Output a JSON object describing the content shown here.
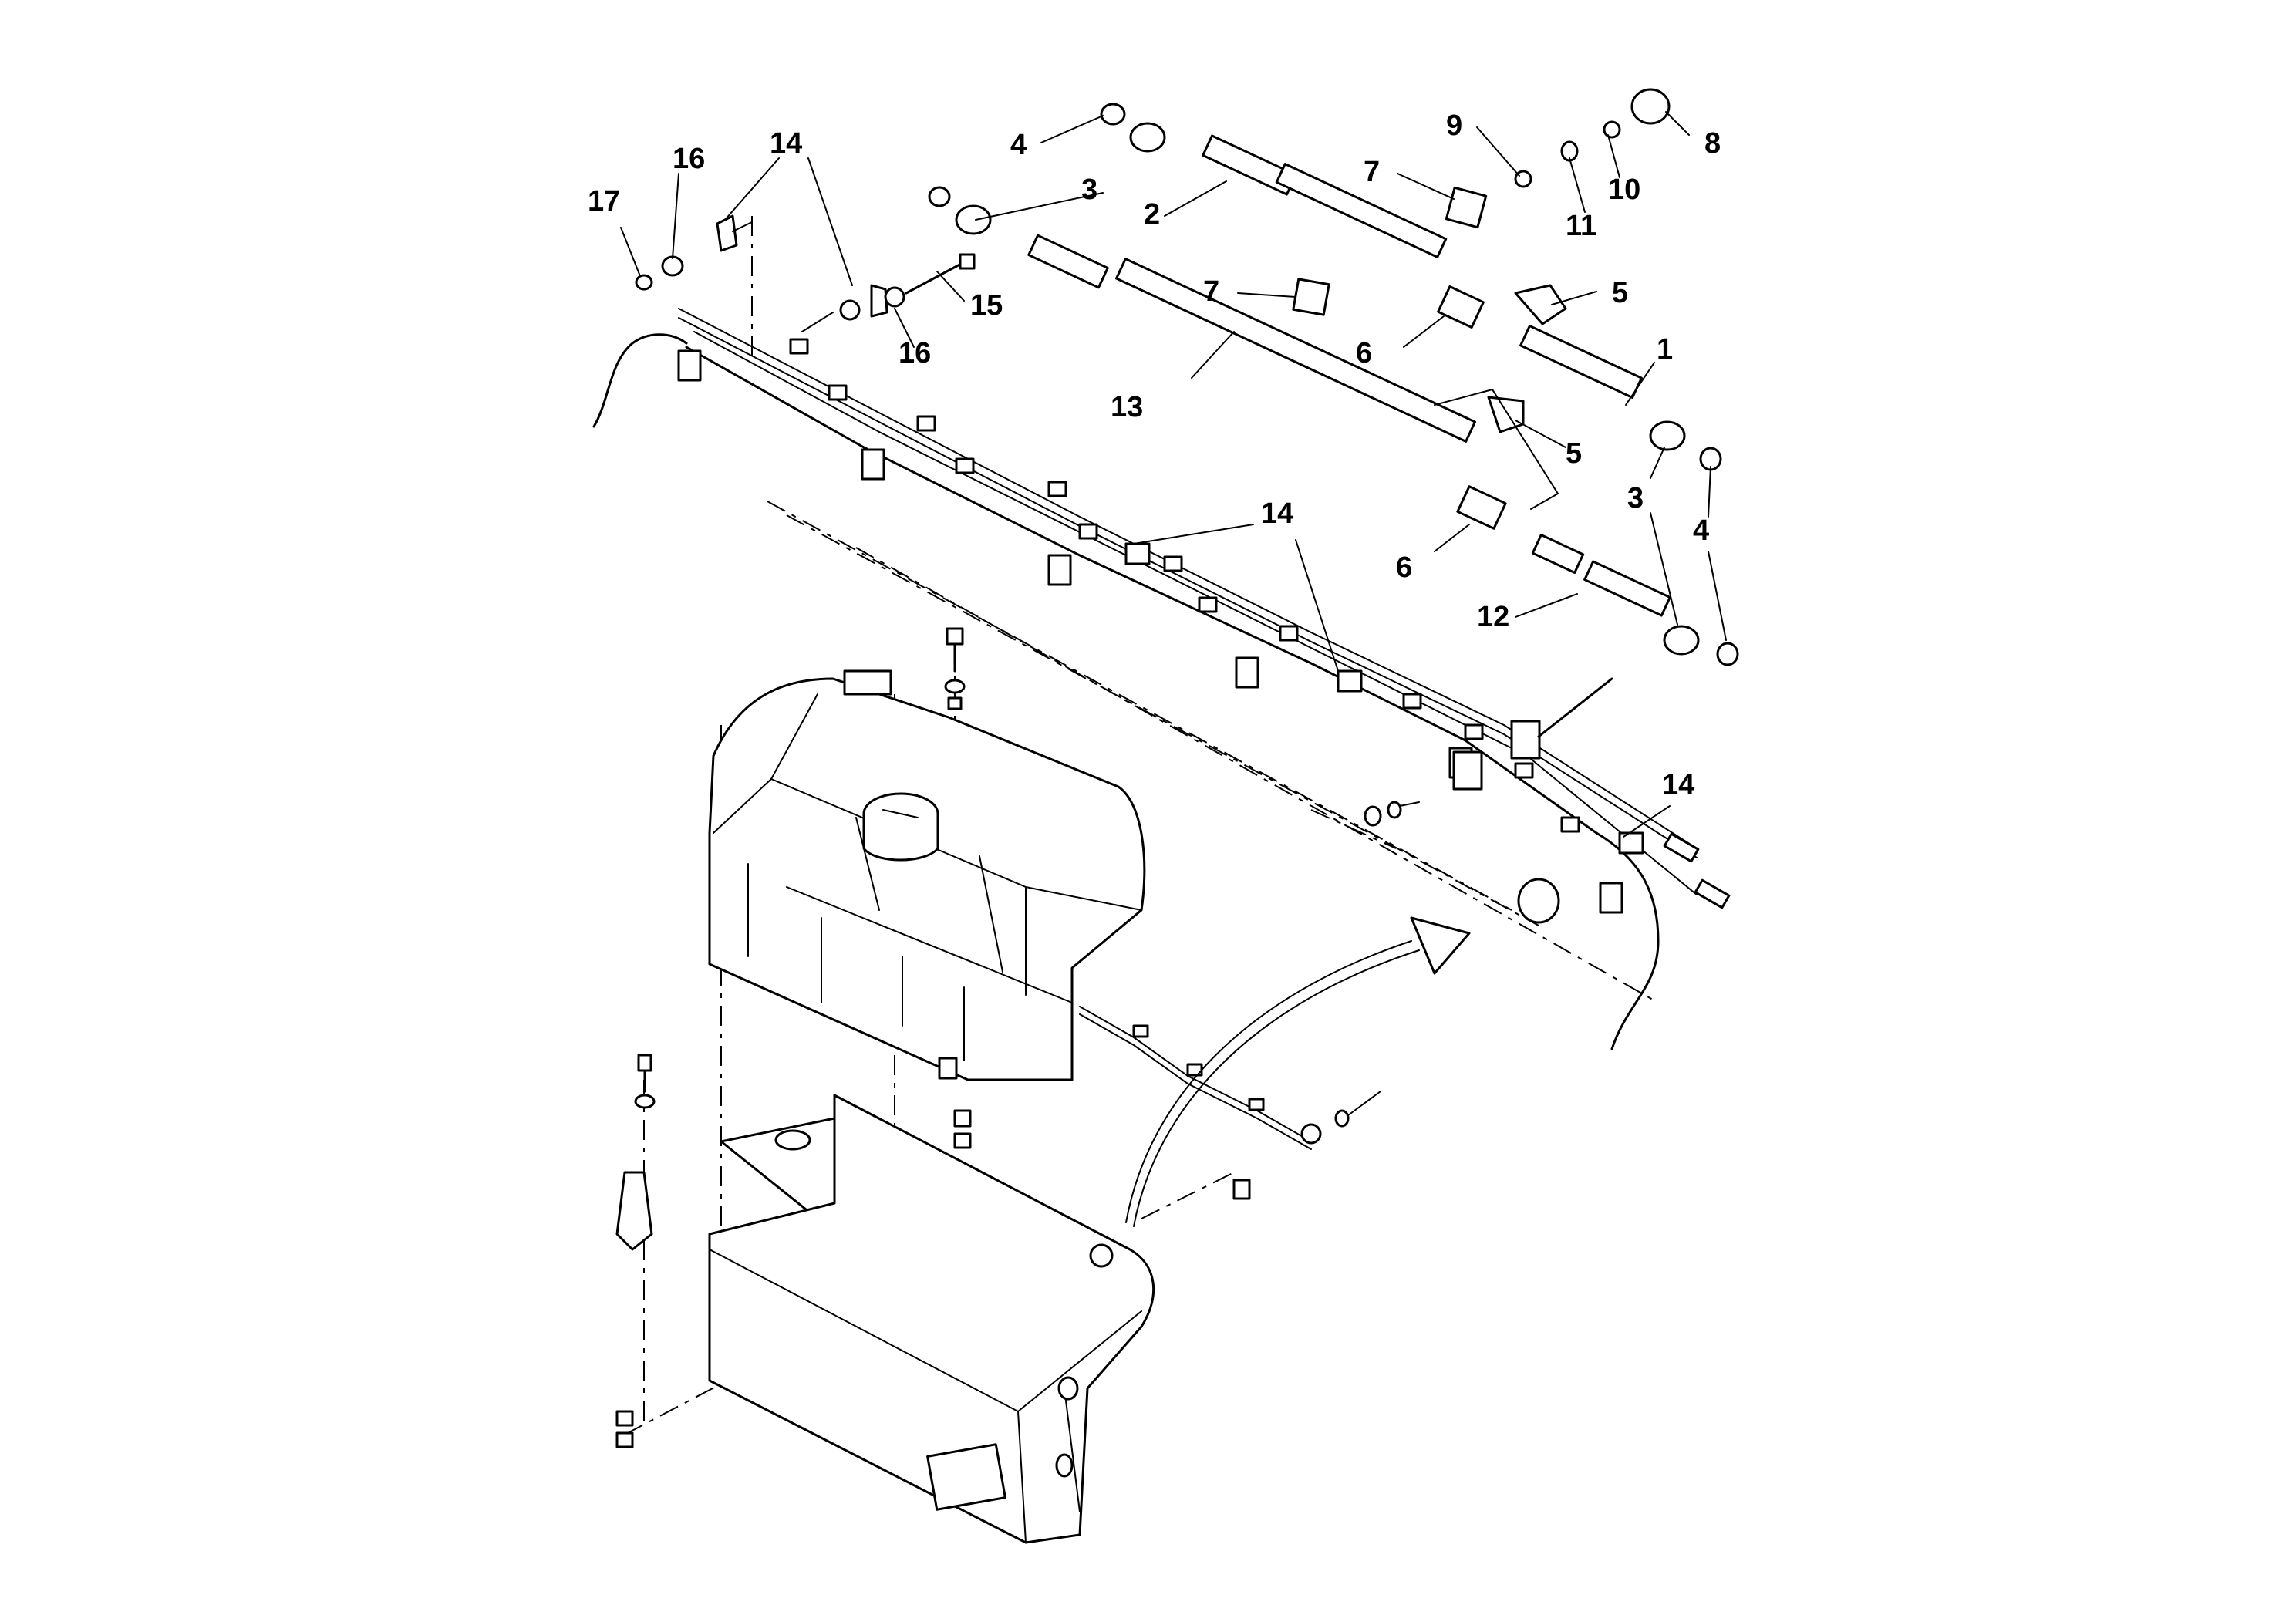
{
  "diagram": {
    "callouts": [
      {
        "id": "c17",
        "label": "17"
      },
      {
        "id": "c16a",
        "label": "16"
      },
      {
        "id": "c14a",
        "label": "14"
      },
      {
        "id": "c15",
        "label": "15"
      },
      {
        "id": "c16b",
        "label": "16"
      },
      {
        "id": "c4a",
        "label": "4"
      },
      {
        "id": "c3a",
        "label": "3"
      },
      {
        "id": "c2",
        "label": "2"
      },
      {
        "id": "c7a",
        "label": "7"
      },
      {
        "id": "c9",
        "label": "9"
      },
      {
        "id": "c8",
        "label": "8"
      },
      {
        "id": "c10",
        "label": "10"
      },
      {
        "id": "c11",
        "label": "11"
      },
      {
        "id": "c7b",
        "label": "7"
      },
      {
        "id": "c5a",
        "label": "5"
      },
      {
        "id": "c6a",
        "label": "6"
      },
      {
        "id": "c1",
        "label": "1"
      },
      {
        "id": "c13",
        "label": "13"
      },
      {
        "id": "c5b",
        "label": "5"
      },
      {
        "id": "c3b",
        "label": "3"
      },
      {
        "id": "c4b",
        "label": "4"
      },
      {
        "id": "c14b",
        "label": "14"
      },
      {
        "id": "c6b",
        "label": "6"
      },
      {
        "id": "c12",
        "label": "12"
      },
      {
        "id": "c14c",
        "label": "14"
      }
    ]
  }
}
